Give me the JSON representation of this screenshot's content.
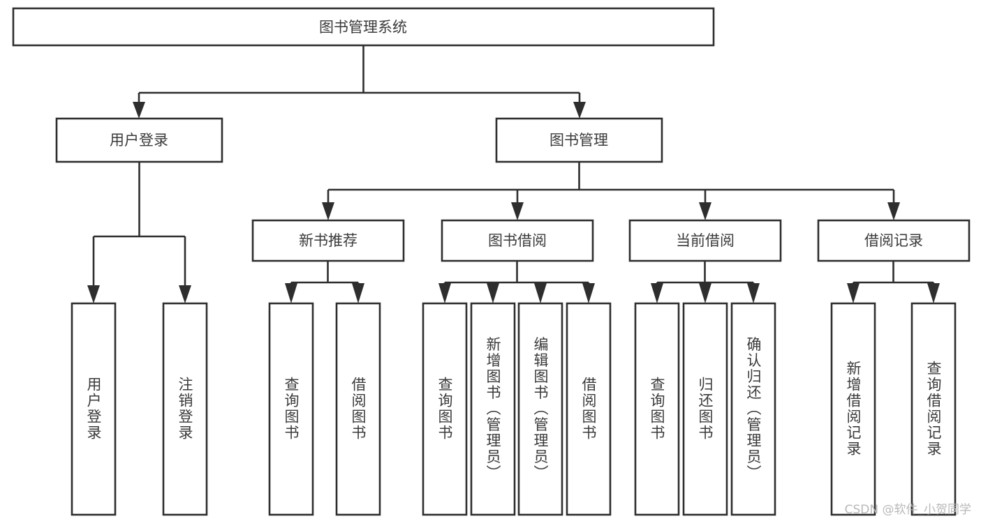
{
  "diagram": {
    "title": "图书管理系统",
    "type": "tree",
    "orientation": "top-down",
    "watermark": "CSDN @软件_小贺同学",
    "colors": {
      "background": "#ffffff",
      "box_fill": "#ffffff",
      "box_stroke": "#2e2e2e",
      "text": "#3a3a3a",
      "watermark": "#b8b8b8"
    },
    "nodes": {
      "root": {
        "label": "图书管理系统",
        "level": 1,
        "text_direction": "horizontal"
      },
      "l2": [
        {
          "id": "user-login",
          "label": "用户登录",
          "text_direction": "horizontal"
        },
        {
          "id": "book-manage",
          "label": "图书管理",
          "text_direction": "horizontal"
        }
      ],
      "l3": [
        {
          "id": "new-book-rec",
          "label": "新书推荐",
          "text_direction": "horizontal"
        },
        {
          "id": "book-borrow",
          "label": "图书借阅",
          "text_direction": "horizontal"
        },
        {
          "id": "current-borrow",
          "label": "当前借阅",
          "text_direction": "horizontal"
        },
        {
          "id": "borrow-record",
          "label": "借阅记录",
          "text_direction": "horizontal"
        }
      ],
      "leaves": {
        "user_login": [
          {
            "id": "leaf-user-login",
            "label": "用户登录",
            "text_direction": "vertical"
          },
          {
            "id": "leaf-logout-login",
            "label": "注销登录",
            "text_direction": "vertical"
          }
        ],
        "new_book_rec": [
          {
            "id": "leaf-query-book-1",
            "label": "查询图书",
            "text_direction": "vertical"
          },
          {
            "id": "leaf-borrow-book-1",
            "label": "借阅图书",
            "text_direction": "vertical"
          }
        ],
        "book_borrow": [
          {
            "id": "leaf-query-book-2",
            "label": "查询图书",
            "text_direction": "vertical"
          },
          {
            "id": "leaf-add-book",
            "label": "新增图书（管理员）",
            "text_direction": "vertical"
          },
          {
            "id": "leaf-edit-book",
            "label": "编辑图书（管理员）",
            "text_direction": "vertical"
          },
          {
            "id": "leaf-borrow-book-2",
            "label": "借阅图书",
            "text_direction": "vertical"
          }
        ],
        "current_borrow": [
          {
            "id": "leaf-query-book-3",
            "label": "查询图书",
            "text_direction": "vertical"
          },
          {
            "id": "leaf-return-book",
            "label": "归还图书",
            "text_direction": "vertical"
          },
          {
            "id": "leaf-confirm-return",
            "label": "确认归还（管理员）",
            "text_direction": "vertical"
          }
        ],
        "borrow_record": [
          {
            "id": "leaf-add-record",
            "label": "新增借阅记录",
            "text_direction": "vertical"
          },
          {
            "id": "leaf-query-record",
            "label": "查询借阅记录",
            "text_direction": "vertical"
          }
        ]
      }
    },
    "edges": [
      {
        "from": "图书管理系统",
        "to": "用户登录"
      },
      {
        "from": "图书管理系统",
        "to": "图书管理"
      },
      {
        "from": "用户登录",
        "to": "用户登录"
      },
      {
        "from": "用户登录",
        "to": "注销登录"
      },
      {
        "from": "图书管理",
        "to": "新书推荐"
      },
      {
        "from": "图书管理",
        "to": "图书借阅"
      },
      {
        "from": "图书管理",
        "to": "当前借阅"
      },
      {
        "from": "图书管理",
        "to": "借阅记录"
      },
      {
        "from": "新书推荐",
        "to": "查询图书"
      },
      {
        "from": "新书推荐",
        "to": "借阅图书"
      },
      {
        "from": "图书借阅",
        "to": "查询图书"
      },
      {
        "from": "图书借阅",
        "to": "新增图书（管理员）"
      },
      {
        "from": "图书借阅",
        "to": "编辑图书（管理员）"
      },
      {
        "from": "图书借阅",
        "to": "借阅图书"
      },
      {
        "from": "当前借阅",
        "to": "查询图书"
      },
      {
        "from": "当前借阅",
        "to": "归还图书"
      },
      {
        "from": "当前借阅",
        "to": "确认归还（管理员）"
      },
      {
        "from": "借阅记录",
        "to": "新增借阅记录"
      },
      {
        "from": "借阅记录",
        "to": "查询借阅记录"
      }
    ]
  }
}
